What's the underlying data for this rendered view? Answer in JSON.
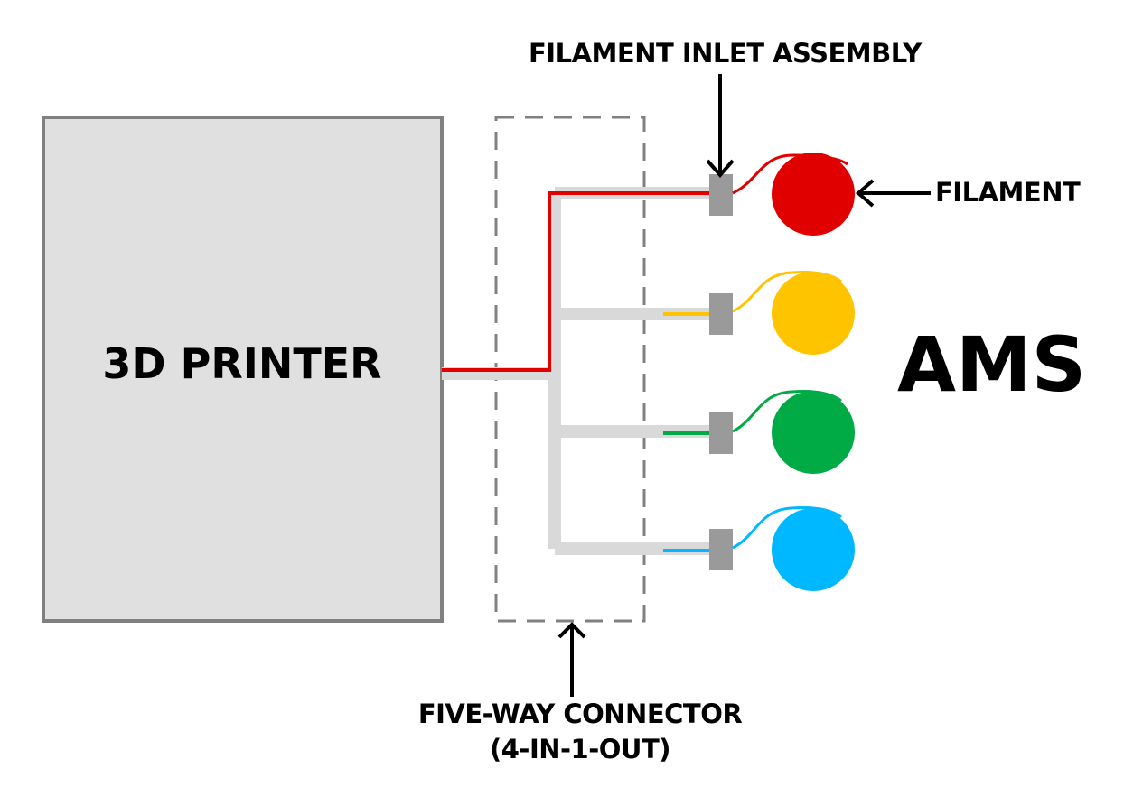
{
  "labels": {
    "printer": "3D PRINTER",
    "filament_inlet_assembly": "FILAMENT INLET ASSEMBLY",
    "filament": "FILAMENT",
    "ams": "AMS",
    "connector_line1": "FIVE-WAY CONNECTOR",
    "connector_line2": "(4-IN-1-OUT)"
  },
  "spools": [
    {
      "name": "red",
      "color": "#e00000",
      "active": true
    },
    {
      "name": "yellow",
      "color": "#ffc400",
      "active": false
    },
    {
      "name": "green",
      "color": "#00aa44",
      "active": false
    },
    {
      "name": "blue",
      "color": "#00b8ff",
      "active": false
    }
  ],
  "colors": {
    "printer_fill": "#e0e0e0",
    "outline": "#808080",
    "tube": "#d9d9d9",
    "inlet": "#9a9a9a",
    "active_path": "#e00000"
  }
}
